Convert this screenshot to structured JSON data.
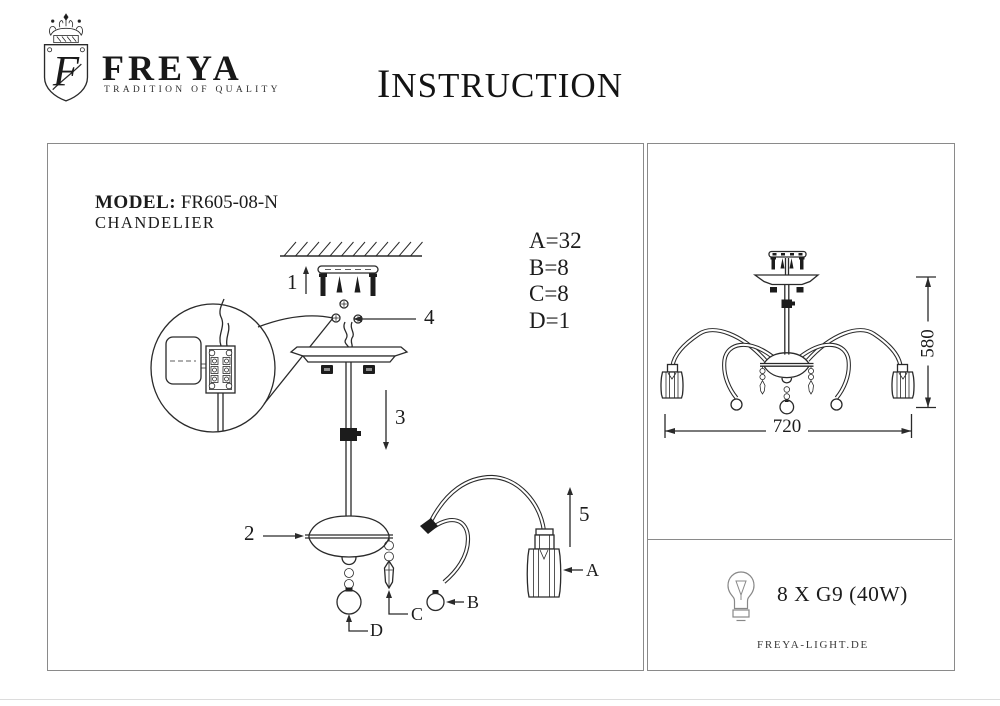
{
  "brand": {
    "name": "FREYA",
    "tagline": "TRADITION OF QUALITY",
    "monogram": "F"
  },
  "title": "INSTRUCTION",
  "spec_panel": {
    "model_label": "MODEL:",
    "model_value": "FR605-08-N",
    "product_type": "CHANDELIER",
    "hardware_counts": [
      "A=32",
      "B=8",
      "C=8",
      "D=1"
    ],
    "step_labels": {
      "s1": "1",
      "s2": "2",
      "s3": "3",
      "s4": "4",
      "s5": "5"
    },
    "part_labels": {
      "a": "A",
      "b": "B",
      "c": "C",
      "d": "D"
    }
  },
  "dimensions_panel": {
    "width_mm": "720",
    "height_mm": "580"
  },
  "lamp_panel": {
    "bulb_spec": "8 X G9 (40W)",
    "website": "FREYA-LIGHT.DE"
  },
  "colors": {
    "ink": "#2a2a2a",
    "panel_border": "#8a8a8a"
  }
}
